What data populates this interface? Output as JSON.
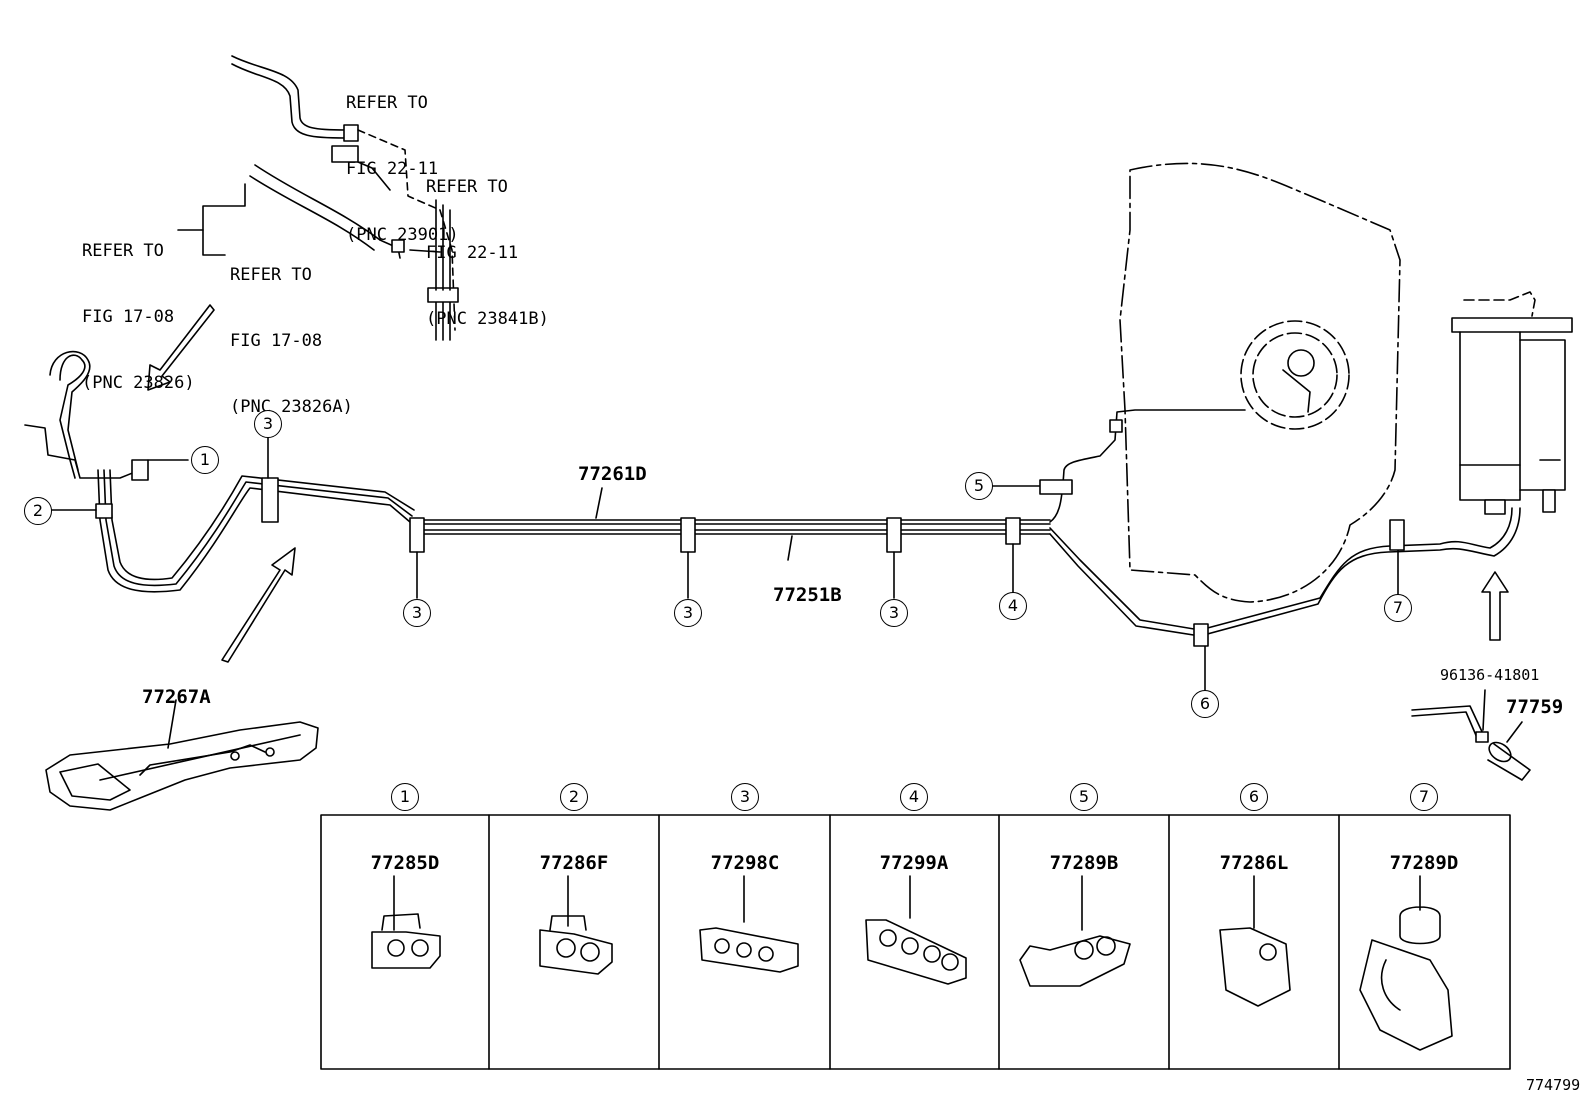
{
  "refs": {
    "ref1": [
      "REFER TO",
      "FIG 22-11",
      "(PNC 23901)"
    ],
    "ref2": [
      "REFER TO",
      "FIG 22-11",
      "(PNC 23841B)"
    ],
    "ref3": [
      "REFER TO",
      "FIG 17-08",
      "(PNC 23826)"
    ],
    "ref4": [
      "REFER TO",
      "FIG 17-08",
      "(PNC 23826A)"
    ]
  },
  "parts": {
    "tube_upper": "77261D",
    "tube_lower": "77251B",
    "protector": "77267A",
    "hose_part": "96136-41801",
    "clamp_part": "77759"
  },
  "callouts": [
    "1",
    "2",
    "3",
    "3",
    "3",
    "3",
    "3",
    "4",
    "5",
    "6",
    "7"
  ],
  "table": {
    "headers": [
      "1",
      "2",
      "3",
      "4",
      "5",
      "6",
      "7"
    ],
    "parts": [
      "77285D",
      "77286F",
      "77298C",
      "77299A",
      "77289B",
      "77286L",
      "77289D"
    ]
  },
  "figure_id": "774799"
}
